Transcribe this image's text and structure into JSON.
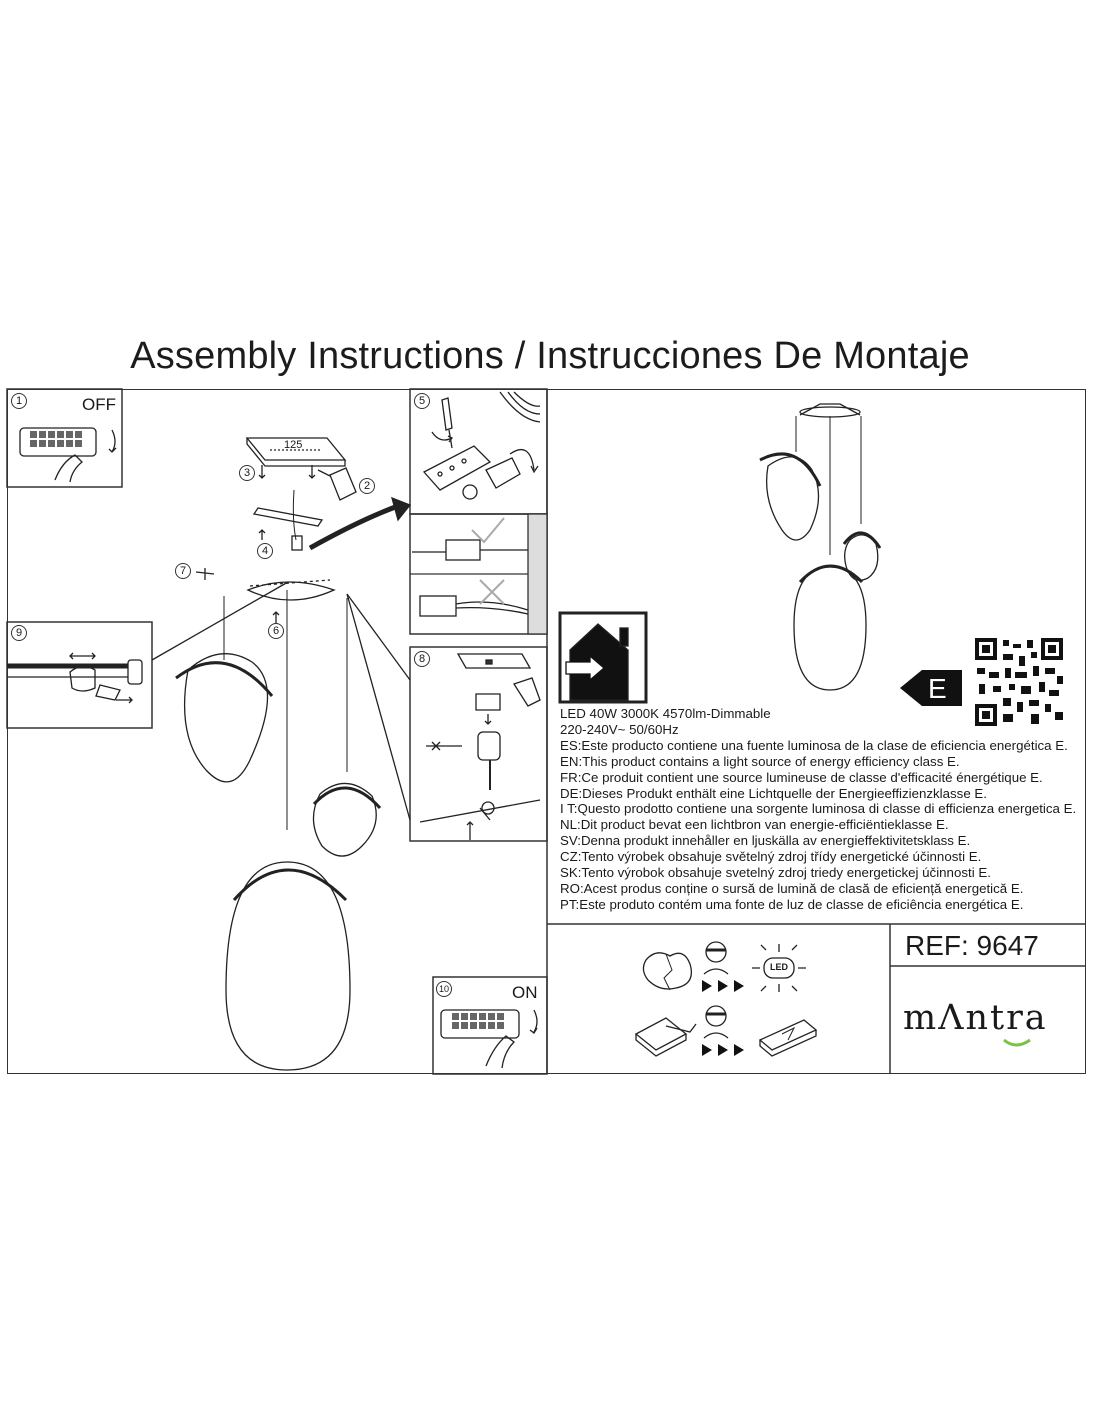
{
  "header": {
    "title": "Assembly Instructions / Instrucciones De Montaje"
  },
  "steps": {
    "s1": "1",
    "s2": "2",
    "s3": "3",
    "s4": "4",
    "s5": "5",
    "s6": "6",
    "s7": "7",
    "s8": "8",
    "s9": "9",
    "s10": "10",
    "off": "OFF",
    "on": "ON",
    "dimension": "125"
  },
  "product": {
    "spec_line1": "LED 40W 3000K 4570lm-Dimmable",
    "spec_line2": "220-240V~ 50/60Hz",
    "energy_class": "E",
    "ref": "REF: 9647",
    "brand": "mΛntra",
    "led_label": "LED"
  },
  "statements": [
    "ES:Este producto contiene una fuente luminosa de la clase de eficiencia energética E.",
    "EN:This product contains a light source of energy efficiency class E.",
    "FR:Ce produit contient une source lumineuse de classe d'efficacité énergétique E.",
    "DE:Dieses Produkt enthält eine Lichtquelle der Energieeffizienzklasse E.",
    "I T:Questo prodotto contiene una sorgente luminosa di classe di efficienza energetica E.",
    "NL:Dit product bevat een lichtbron van energie-efficiëntieklasse E.",
    "SV:Denna produkt innehåller en ljuskälla av energieffektivitetsklass E.",
    "CZ:Tento výrobek obsahuje světelný zdroj třídy energetické účinnosti E.",
    "SK:Tento výrobok obsahuje svetelný zdroj triedy energetickej účinnosti E.",
    "RO:Acest produs conține o sursă de lumină de clasă de eficiență energetică E.",
    "PT:Este produto contém uma fonte de luz de classe de eficiência energética E."
  ],
  "icons": [
    "switch-off-icon",
    "ceiling-plate-icon",
    "drill-icon",
    "screwdriver-icon",
    "terminal-block-icon",
    "checkmark-icon",
    "cross-icon",
    "house-indoor-icon",
    "energy-label-arrow-icon",
    "qr-code-icon",
    "led-icon",
    "technician-icon",
    "driver-icon",
    "switch-on-icon"
  ]
}
